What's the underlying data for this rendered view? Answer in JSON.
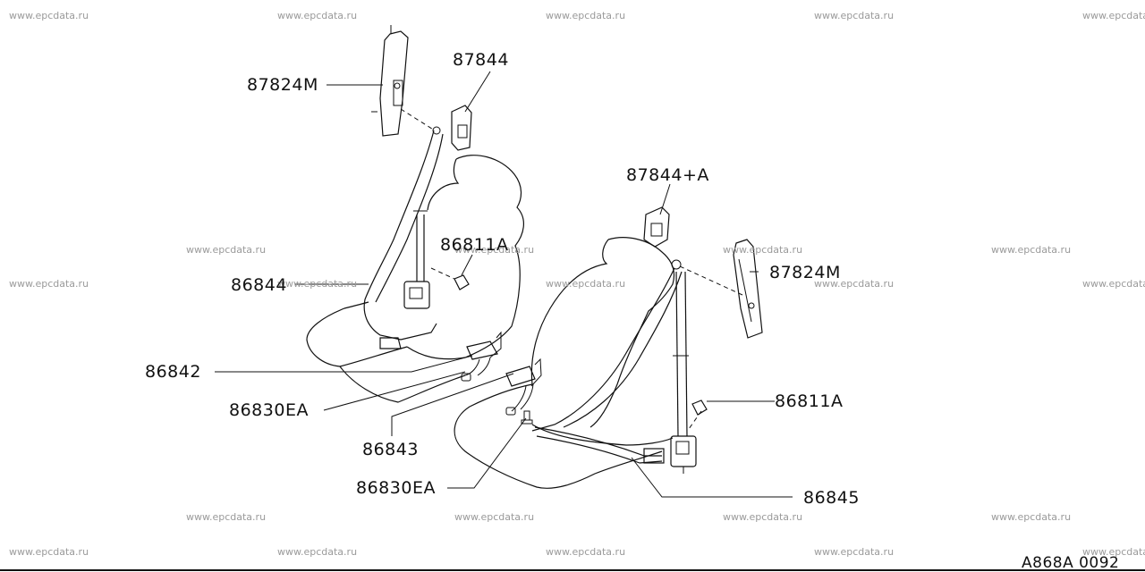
{
  "watermark": "www.epcdata.ru",
  "parts": {
    "p87824M_left": "87824M",
    "p87844": "87844",
    "p87844A": "87844+A",
    "p86811A_left": "86811A",
    "p87824M_right": "87824M",
    "p86844": "86844",
    "p86811A_right": "86811A",
    "p86842": "86842",
    "p86830EA_left": "86830EA",
    "p86843": "86843",
    "p86830EA_bottom": "86830EA",
    "p86845": "86845"
  },
  "diagram_ref": "A868A 0092"
}
